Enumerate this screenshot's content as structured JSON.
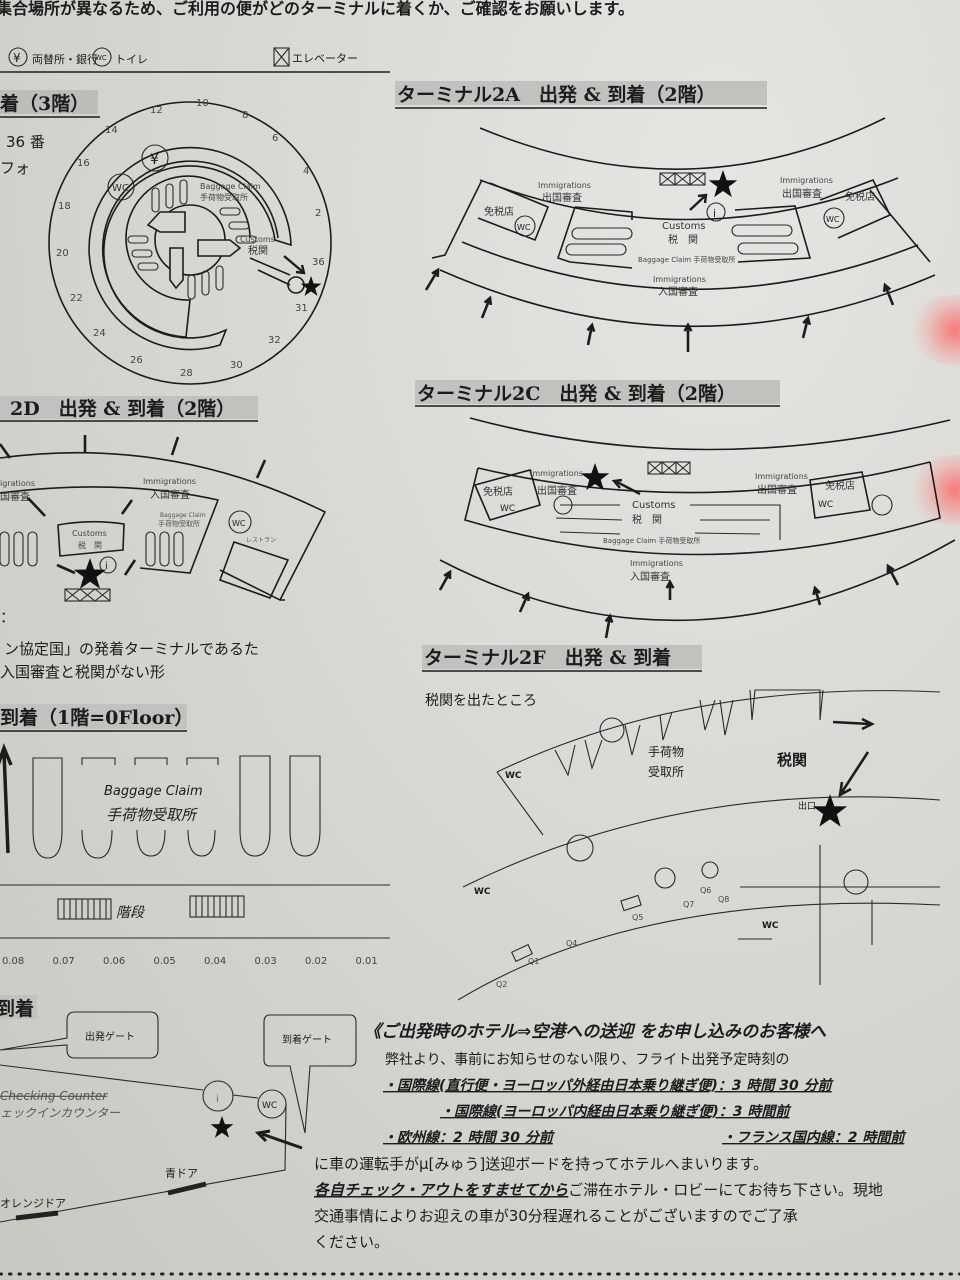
{
  "notice": "集合場所が異なるため、ご利用の便がどのターミナルに着くか、ご確認をお願いします。",
  "legend": {
    "bank_symbol": "¥",
    "bank_label": "両替所・銀行",
    "toilet_symbol": "WC",
    "toilet_label": "トイレ",
    "elevator_label": "エレベーター"
  },
  "t2e": {
    "title": "着（3階）",
    "gate_text": "36 番",
    "text2": "フォ",
    "gates": [
      "12",
      "10",
      "8",
      "6",
      "4",
      "2",
      "36",
      "31",
      "32",
      "30",
      "28",
      "26",
      "24",
      "22",
      "20",
      "18",
      "16",
      "14"
    ],
    "baggage_en": "Baggage Claim",
    "baggage_ja": "手荷物受取所",
    "customs_en": "Customs",
    "customs_ja": "税関",
    "wc": "WC",
    "bank": "¥"
  },
  "t2a": {
    "title": "ターミナル2A　出発 & 到着（2階）",
    "immigration_en": "Immigrations",
    "departure_immigration": "出国審査",
    "arrival_immigration": "入国審査",
    "duty_free": "免税店",
    "wc": "WC",
    "info": "i",
    "customs_en": "Customs",
    "customs_ja": "税　関",
    "baggage": "Baggage Claim 手荷物受取所"
  },
  "t2d": {
    "title": "2D　出発 & 到着（2階）",
    "immigration_left": "igrations",
    "immigration_left_ja": "国審査",
    "immigration_en": "Immigrations",
    "immigration_ja": "入国審査",
    "baggage_en": "Baggage Claim",
    "baggage_ja": "手荷物受取所",
    "customs_en": "Customs",
    "customs_ja": "税　関",
    "wc": "WC",
    "restaurant": "レストラン",
    "info": "i"
  },
  "schengen_note": {
    "label": "：",
    "line1": "ン協定国」の発着ターミナルであるた",
    "line2": "入国審査と税関がない形"
  },
  "t2g": {
    "title": "到着（1階=0Floor）",
    "baggage_en": "Baggage Claim",
    "baggage_ja": "手荷物受取所",
    "stairs": "階段",
    "gates": [
      "0.08",
      "0.07",
      "0.06",
      "0.05",
      "0.04",
      "0.03",
      "0.02",
      "0.01"
    ]
  },
  "t2c": {
    "title": "ターミナル2C　出発 & 到着（2階）",
    "immigration_en": "Immigrations",
    "departure_immigration": "出国審査",
    "arrival_immigration": "入国審査",
    "duty_free": "免税店",
    "wc": "WC",
    "customs_en": "Customs",
    "customs_ja": "税　関",
    "baggage": "Baggage Claim 手荷物受取所"
  },
  "t2f": {
    "title": "ターミナル2F　出発 & 到着",
    "subtitle": "税関を出たところ",
    "baggage_1": "手荷物",
    "baggage_2": "受取所",
    "customs": "税関",
    "exit": "出口",
    "wc": "WC",
    "gates": [
      "Q2",
      "Q1",
      "Q4",
      "Q5",
      "Q7",
      "Q6",
      "Q8"
    ]
  },
  "t2ef": {
    "title": "到着",
    "departure_gate": "出発ゲート",
    "arrival_gate": "到着ゲート",
    "checkin_en": "Checking Counter",
    "checkin_ja": "ェックインカウンター",
    "info": "i",
    "wc": "WC",
    "blue_door": "青ドア",
    "orange_door": "オレンジドア"
  },
  "hotel": {
    "heading": "《ご出発時のホテル⇒空港への送迎 をお申し込みのお客様へ",
    "intro": "弊社より、事前にお知らせのない限り、フライト出発予定時刻の",
    "intl_direct": "・国際線(直行便・ヨーロッパ外経由日本乗り継ぎ便)：3 時間 30 分前",
    "intl_europe": "・国際線(ヨーロッパ内経由日本乗り継ぎ便)：3 時間前",
    "europe": "・欧州線：2 時間 30 分前",
    "france": "・フランス国内線：2 時間前",
    "driver": "に車の運転手がμ[みゅう]送迎ボードを持ってホテルへまいります。",
    "checkout_em": "各自チェック・アウトをすませてから",
    "checkout_rest": "ご滞在ホテル・ロビーにてお待ち下さい。現地",
    "traffic": "交通事情によりお迎えの車が30分程遅れることがございますのでご了承",
    "closing": "ください。"
  }
}
